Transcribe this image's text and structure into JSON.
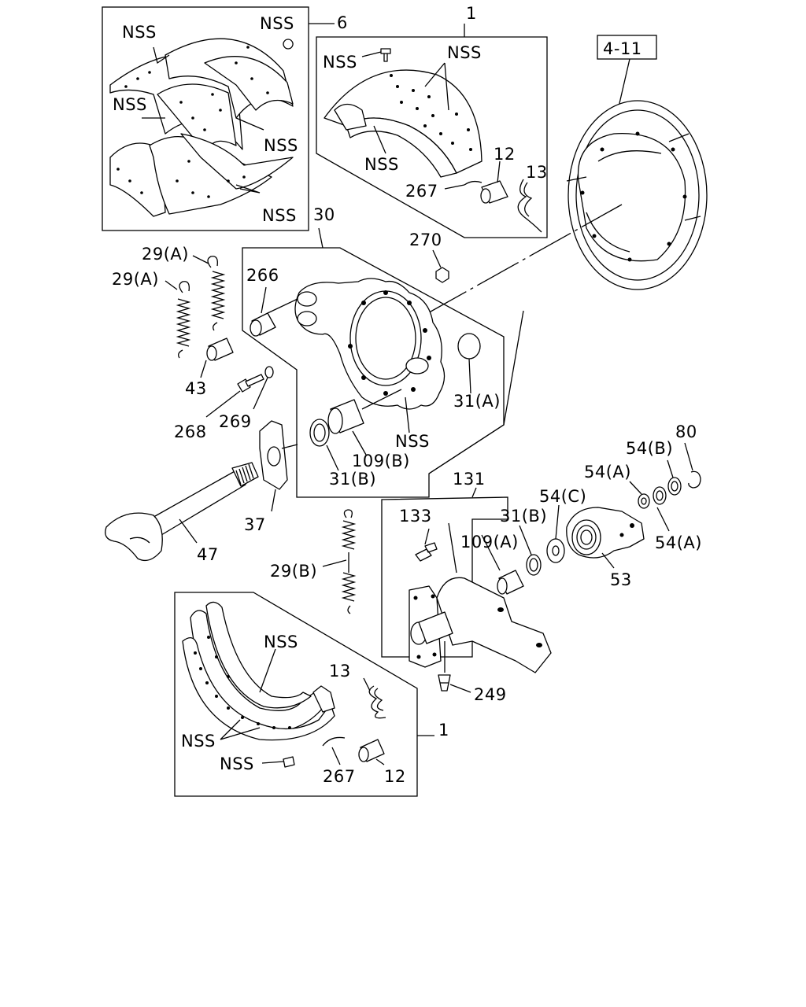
{
  "diagram": {
    "callouts": {
      "nss_a": "NSS",
      "nss_b": "NSS",
      "nss_c": "NSS",
      "nss_d": "NSS",
      "nss_e": "NSS",
      "p6": "6",
      "p1_top": "1",
      "nss_f": "NSS",
      "nss_g": "NSS",
      "nss_h": "NSS",
      "p12_top": "12",
      "p13_top": "13",
      "p267_top": "267",
      "ref_4_11": "4-11",
      "p30": "30",
      "p270": "270",
      "p29a_1": "29(A)",
      "p29a_2": "29(A)",
      "p266": "266",
      "p43": "43",
      "p268": "268",
      "p269": "269",
      "p31a": "31(A)",
      "nss_i": "NSS",
      "p109b": "109(B)",
      "p31b_1": "31(B)",
      "p37": "37",
      "p47": "47",
      "p131": "131",
      "p133": "133",
      "p109a": "109(A)",
      "p31b_2": "31(B)",
      "p54c": "54(C)",
      "p54a_1": "54(A)",
      "p54b": "54(B)",
      "p80": "80",
      "p54a_2": "54(A)",
      "p53": "53",
      "p29b": "29(B)",
      "p249": "249",
      "nss_j": "NSS",
      "p13_bot": "13",
      "nss_k": "NSS",
      "nss_l": "NSS",
      "p267_bot": "267",
      "p12_bot": "12",
      "p1_bot": "1"
    }
  }
}
